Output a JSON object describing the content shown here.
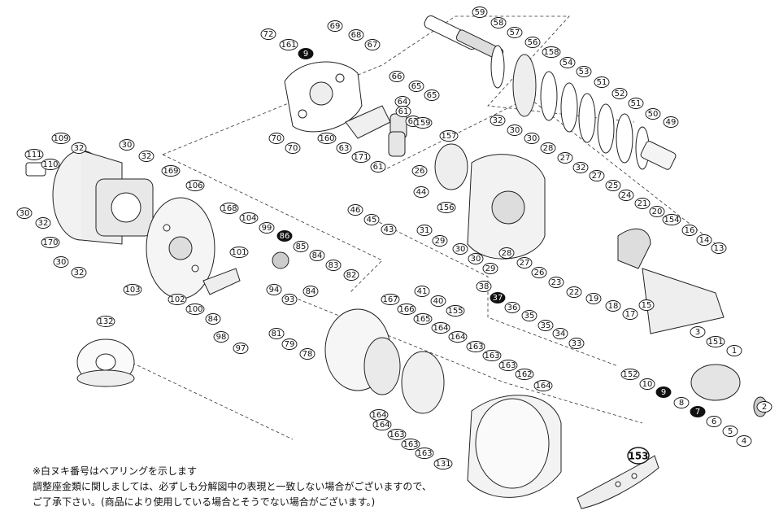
{
  "diagram": {
    "type": "exploded-parts-view",
    "callouts": [
      {
        "n": "59"
      },
      {
        "n": "58"
      },
      {
        "n": "57"
      },
      {
        "n": "56"
      },
      {
        "n": "158"
      },
      {
        "n": "54"
      },
      {
        "n": "53"
      },
      {
        "n": "51"
      },
      {
        "n": "52"
      },
      {
        "n": "51"
      },
      {
        "n": "50"
      },
      {
        "n": "49"
      },
      {
        "n": "72"
      },
      {
        "n": "161"
      },
      {
        "n": "9",
        "bearing": true
      },
      {
        "n": "69"
      },
      {
        "n": "68"
      },
      {
        "n": "67"
      },
      {
        "n": "66"
      },
      {
        "n": "65"
      },
      {
        "n": "65"
      },
      {
        "n": "64"
      },
      {
        "n": "61"
      },
      {
        "n": "62"
      },
      {
        "n": "159"
      },
      {
        "n": "70"
      },
      {
        "n": "70"
      },
      {
        "n": "160"
      },
      {
        "n": "63"
      },
      {
        "n": "171"
      },
      {
        "n": "61"
      },
      {
        "n": "109"
      },
      {
        "n": "32"
      },
      {
        "n": "30"
      },
      {
        "n": "32"
      },
      {
        "n": "111"
      },
      {
        "n": "110"
      },
      {
        "n": "169"
      },
      {
        "n": "106"
      },
      {
        "n": "30"
      },
      {
        "n": "32"
      },
      {
        "n": "170"
      },
      {
        "n": "30"
      },
      {
        "n": "32"
      },
      {
        "n": "168"
      },
      {
        "n": "104"
      },
      {
        "n": "99"
      },
      {
        "n": "86",
        "bearing": true
      },
      {
        "n": "85"
      },
      {
        "n": "84"
      },
      {
        "n": "83"
      },
      {
        "n": "82"
      },
      {
        "n": "101"
      },
      {
        "n": "103"
      },
      {
        "n": "102"
      },
      {
        "n": "100"
      },
      {
        "n": "84"
      },
      {
        "n": "98"
      },
      {
        "n": "97"
      },
      {
        "n": "94"
      },
      {
        "n": "93"
      },
      {
        "n": "84"
      },
      {
        "n": "81"
      },
      {
        "n": "79"
      },
      {
        "n": "78"
      },
      {
        "n": "157"
      },
      {
        "n": "32"
      },
      {
        "n": "30"
      },
      {
        "n": "30"
      },
      {
        "n": "28"
      },
      {
        "n": "27"
      },
      {
        "n": "32"
      },
      {
        "n": "27"
      },
      {
        "n": "25"
      },
      {
        "n": "24"
      },
      {
        "n": "21"
      },
      {
        "n": "20"
      },
      {
        "n": "154"
      },
      {
        "n": "16"
      },
      {
        "n": "14"
      },
      {
        "n": "13"
      },
      {
        "n": "26"
      },
      {
        "n": "44"
      },
      {
        "n": "46"
      },
      {
        "n": "45"
      },
      {
        "n": "43"
      },
      {
        "n": "156"
      },
      {
        "n": "31"
      },
      {
        "n": "29"
      },
      {
        "n": "30"
      },
      {
        "n": "30"
      },
      {
        "n": "29"
      },
      {
        "n": "28"
      },
      {
        "n": "27"
      },
      {
        "n": "26"
      },
      {
        "n": "23"
      },
      {
        "n": "22"
      },
      {
        "n": "19"
      },
      {
        "n": "18"
      },
      {
        "n": "17"
      },
      {
        "n": "15"
      },
      {
        "n": "41"
      },
      {
        "n": "40"
      },
      {
        "n": "155"
      },
      {
        "n": "38"
      },
      {
        "n": "37",
        "bearing": true
      },
      {
        "n": "36"
      },
      {
        "n": "35"
      },
      {
        "n": "35"
      },
      {
        "n": "34"
      },
      {
        "n": "33"
      },
      {
        "n": "3"
      },
      {
        "n": "151"
      },
      {
        "n": "1"
      },
      {
        "n": "152"
      },
      {
        "n": "10"
      },
      {
        "n": "9",
        "bearing": true
      },
      {
        "n": "8"
      },
      {
        "n": "7",
        "bearing": true
      },
      {
        "n": "6"
      },
      {
        "n": "5"
      },
      {
        "n": "4"
      },
      {
        "n": "2"
      },
      {
        "n": "132"
      },
      {
        "n": "167"
      },
      {
        "n": "166"
      },
      {
        "n": "165"
      },
      {
        "n": "164"
      },
      {
        "n": "164"
      },
      {
        "n": "163"
      },
      {
        "n": "163"
      },
      {
        "n": "163"
      },
      {
        "n": "162"
      },
      {
        "n": "164"
      },
      {
        "n": "164"
      },
      {
        "n": "164"
      },
      {
        "n": "163"
      },
      {
        "n": "163"
      },
      {
        "n": "163"
      },
      {
        "n": "131"
      },
      {
        "n": "153",
        "boxed": true
      }
    ]
  },
  "notes": {
    "line1": "※白ヌキ番号はベアリングを示します",
    "line2": "調整座金類に関しましては、必ずしも分解図中の表現と一致しない場合がございますので、",
    "line3": "ご了承下さい。(商品により使用している場合とそうでない場合がございます。)"
  }
}
